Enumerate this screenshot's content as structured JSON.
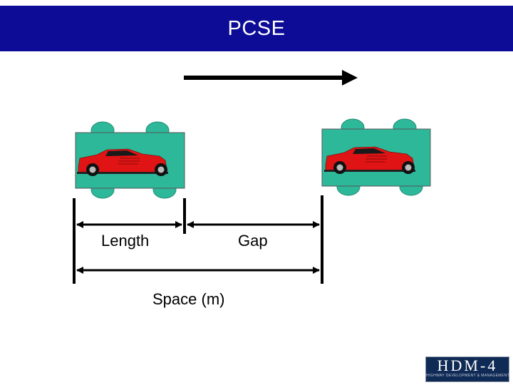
{
  "header": {
    "title": "PCSE"
  },
  "labels": {
    "length": "Length",
    "gap": "Gap",
    "space": "Space (m)"
  },
  "logo": {
    "text": "HDM-4",
    "subtitle": "HIGHWAY DEVELOPMENT & MANAGEMENT"
  },
  "colors": {
    "header_bg": "#0c0c96",
    "vehicle_box": "#2eb89a",
    "wheel": "#2eb89a",
    "car_body": "#e01414",
    "arrow": "#000000",
    "logo_bg": "#0f2a55"
  },
  "icons": [
    "direction-arrow",
    "car-icon",
    "dimension-arrow"
  ]
}
